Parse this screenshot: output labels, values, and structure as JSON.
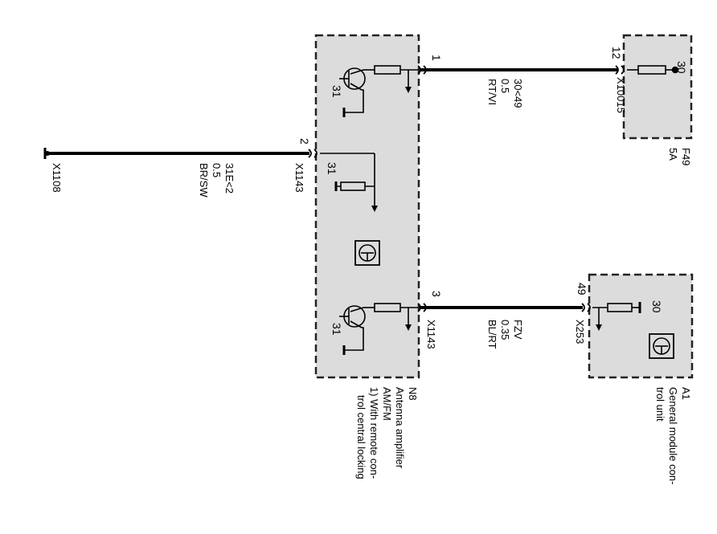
{
  "wires": {
    "w1": {
      "pin": "1",
      "code": "30<49",
      "cross_section": "0.5",
      "color": "RT/VI"
    },
    "w2": {
      "pin": "2",
      "code": "31E<2",
      "cross_section": "0.5",
      "color": "BR/SW"
    },
    "w3": {
      "pin": "3",
      "code": "FZV",
      "cross_section": "0.35",
      "color": "BL/RT"
    }
  },
  "connectors": {
    "x1108": "X1108",
    "x1143_pin2": "X1143",
    "x1143_pin3": "X1143",
    "x10015": "X10015",
    "x253": "X253"
  },
  "fuse": {
    "id": "F49",
    "rating": "5A",
    "pin": "12",
    "terminal": "30"
  },
  "module_a1": {
    "id": "A1",
    "pin": "49",
    "terminal": "30",
    "name_line1": "General module con-",
    "name_line2": "trol unit"
  },
  "module_n8": {
    "id": "N8",
    "ground_top": "31",
    "ground_mid": "31",
    "ground_bottom": "31",
    "name_line1": "Antenna amplifier",
    "name_line2": "AM/FM",
    "name_line3": "1) With remote con-",
    "name_line4": "trol central locking"
  },
  "colors": {
    "line": "#000000",
    "box_fill": "#dcdcdc"
  }
}
